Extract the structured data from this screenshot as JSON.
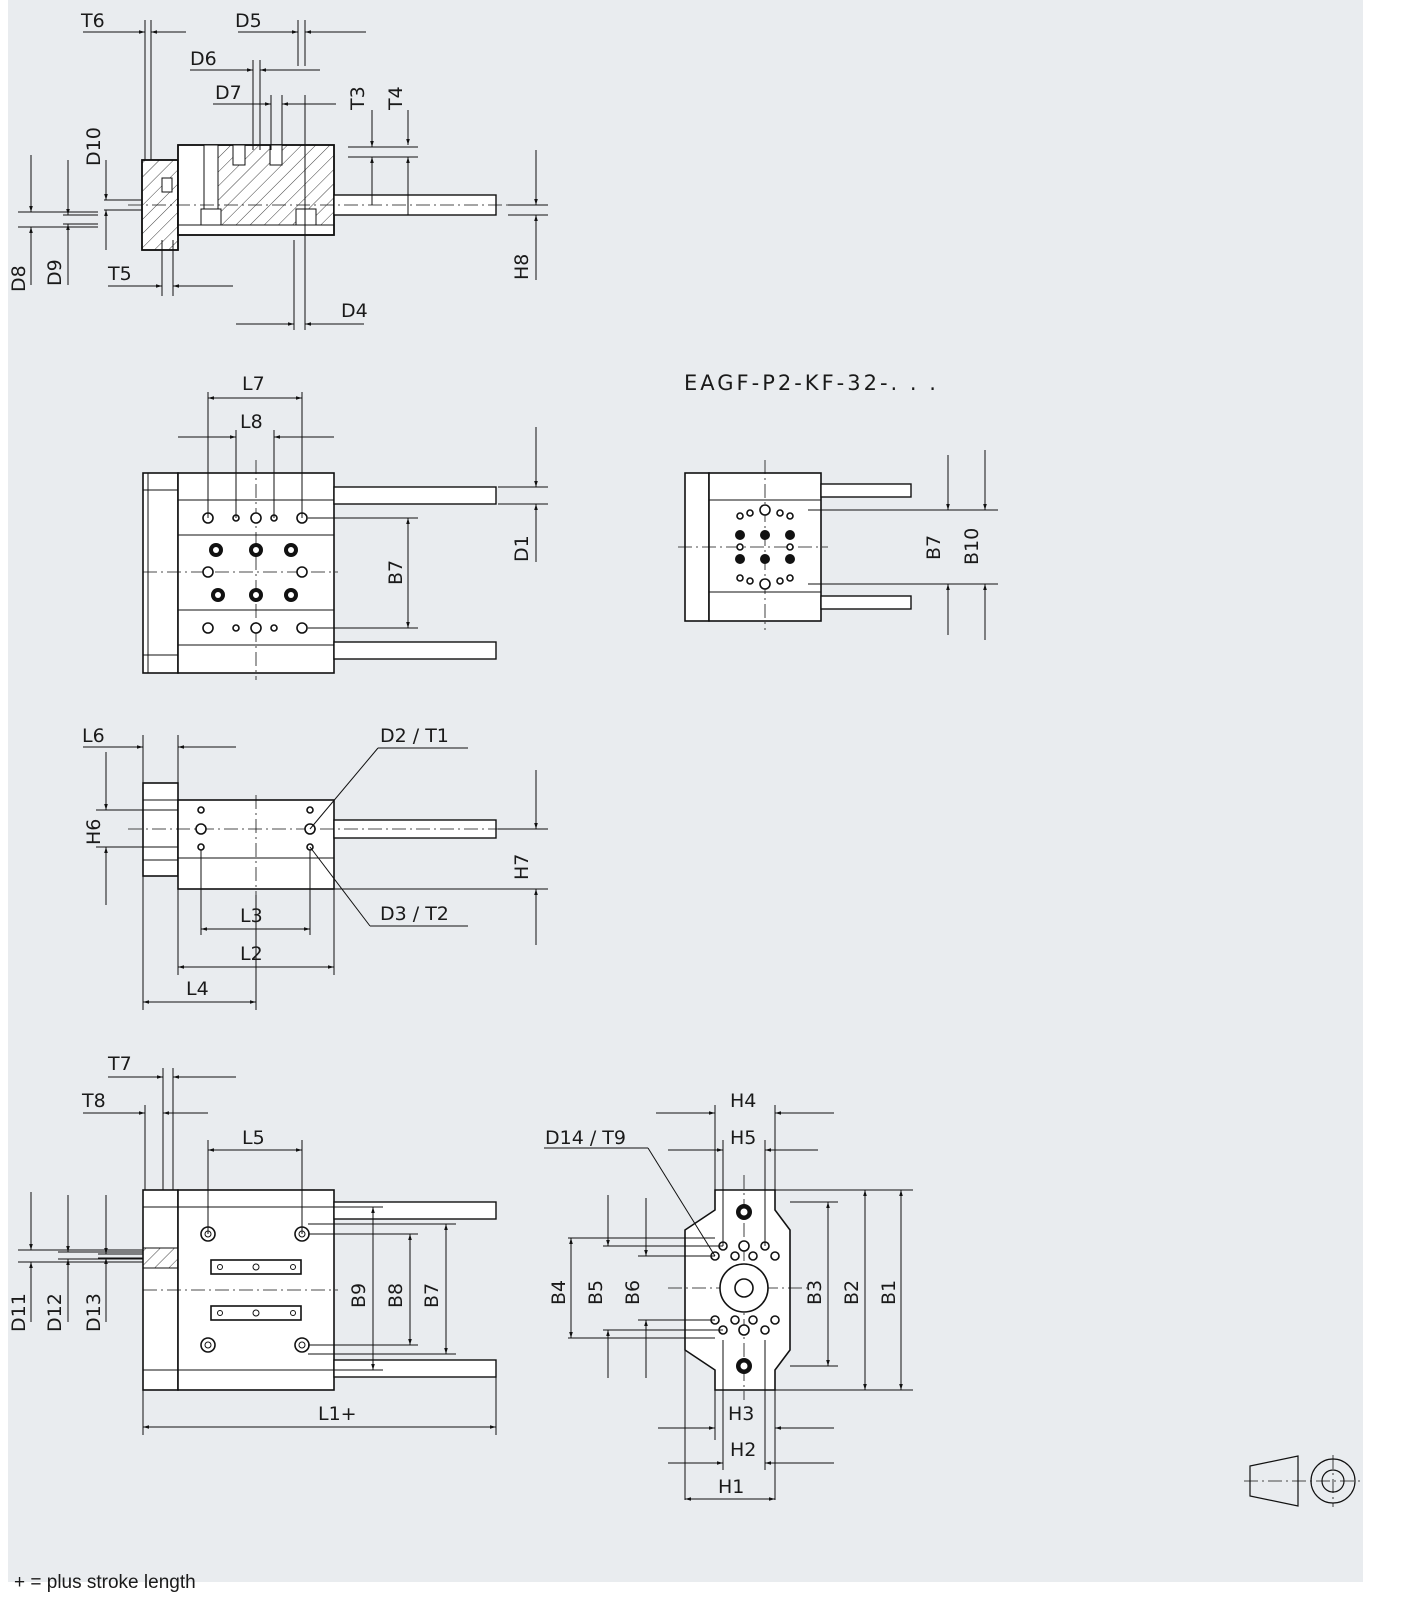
{
  "variant_title": "EAGF-P2-KF-32-. . .",
  "footnote": "+  = plus stroke length",
  "view1_labels": {
    "T6": "T6",
    "D5": "D5",
    "D6": "D6",
    "D7": "D7",
    "T3": "T3",
    "T4": "T4",
    "D10": "D10",
    "D8": "D8",
    "D9": "D9",
    "T5": "T5",
    "H8": "H8",
    "D4": "D4"
  },
  "view2_labels": {
    "L7": "L7",
    "L8": "L8",
    "D1": "D1",
    "B7": "B7"
  },
  "view3_labels": {
    "B7": "B7",
    "B10": "B10"
  },
  "view4_labels": {
    "L6": "L6",
    "D2T1": "D2 / T1",
    "H6": "H6",
    "H7": "H7",
    "L3": "L3",
    "D3T2": "D3 / T2",
    "L2": "L2",
    "L4": "L4"
  },
  "view5_labels": {
    "T7": "T7",
    "T8": "T8",
    "L5": "L5",
    "D11": "D11",
    "D12": "D12",
    "D13": "D13",
    "B9": "B9",
    "B8": "B8",
    "B7": "B7",
    "L1": "L1+"
  },
  "view6_labels": {
    "H4": "H4",
    "H5": "H5",
    "D14T9": "D14 / T9",
    "B4": "B4",
    "B5": "B5",
    "B6": "B6",
    "B3": "B3",
    "B2": "B2",
    "B1": "B1",
    "H3": "H3",
    "H2": "H2",
    "H1": "H1"
  },
  "projection_symbol": "projection-method-icon"
}
